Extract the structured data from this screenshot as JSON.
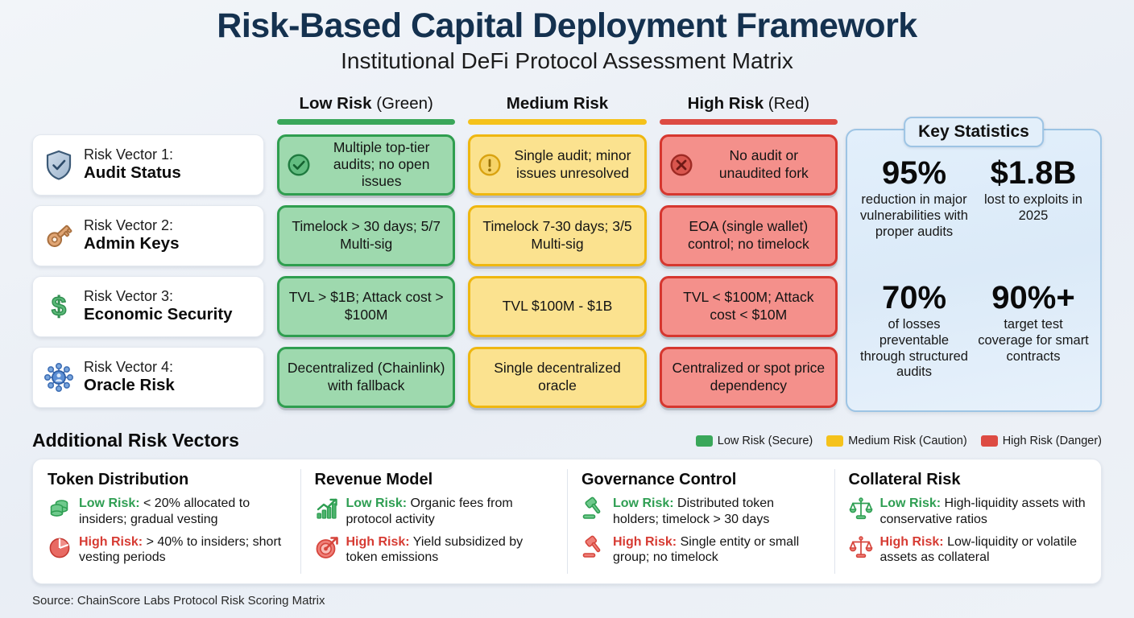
{
  "header": {
    "title": "Risk-Based Capital Deployment Framework",
    "subtitle": "Institutional DeFi Protocol Assessment Matrix"
  },
  "colors": {
    "low": "#3aa75a",
    "medium": "#f5c21b",
    "high": "#dd4b43",
    "title": "#14314f",
    "panel_blue": "#9dc4e4"
  },
  "matrix": {
    "columns": [
      {
        "label_bold": "Low Risk",
        "label_rest": " (Green)",
        "key": "low"
      },
      {
        "label_bold": "Medium Risk",
        "label_rest": "",
        "key": "medium"
      },
      {
        "label_bold": "High Risk",
        "label_rest": " (Red)",
        "key": "high"
      }
    ],
    "rows": [
      {
        "prefix": "Risk Vector 1:",
        "name": "Audit Status",
        "icon": "shield-check-icon",
        "cells": [
          {
            "risk": "low",
            "icon": "check-circle-icon",
            "text": "Multiple top-tier audits; no open issues"
          },
          {
            "risk": "medium",
            "icon": "warning-circle-icon",
            "text": "Single audit; minor issues unresolved"
          },
          {
            "risk": "high",
            "icon": "x-circle-icon",
            "text": "No audit or unaudited fork"
          }
        ]
      },
      {
        "prefix": "Risk Vector 2:",
        "name": "Admin Keys",
        "icon": "key-icon",
        "cells": [
          {
            "risk": "low",
            "icon": "",
            "text": "Timelock > 30 days; 5/7 Multi-sig"
          },
          {
            "risk": "medium",
            "icon": "",
            "text": "Timelock 7-30 days; 3/5 Multi-sig"
          },
          {
            "risk": "high",
            "icon": "",
            "text": "EOA (single wallet) control; no timelock"
          }
        ]
      },
      {
        "prefix": "Risk Vector 3:",
        "name": "Economic Security",
        "icon": "dollar-sign-icon",
        "cells": [
          {
            "risk": "low",
            "icon": "",
            "text": "TVL > $1B; Attack cost > $100M"
          },
          {
            "risk": "medium",
            "icon": "",
            "text": "TVL $100M - $1B"
          },
          {
            "risk": "high",
            "icon": "",
            "text": "TVL < $100M; Attack cost < $10M"
          }
        ]
      },
      {
        "prefix": "Risk Vector 4:",
        "name": "Oracle Risk",
        "icon": "oracle-network-icon",
        "cells": [
          {
            "risk": "low",
            "icon": "",
            "text": "Decentralized (Chainlink) with fallback"
          },
          {
            "risk": "medium",
            "icon": "",
            "text": "Single decentralized oracle"
          },
          {
            "risk": "high",
            "icon": "",
            "text": "Centralized or spot price dependency"
          }
        ]
      }
    ]
  },
  "key_statistics": {
    "title": "Key Statistics",
    "items": [
      {
        "value": "95%",
        "label": "reduction in major vulnerabilities with proper audits"
      },
      {
        "value": "$1.8B",
        "label": "lost to exploits in 2025"
      },
      {
        "value": "70%",
        "label": "of losses preventable through structured audits"
      },
      {
        "value": "90%+",
        "label": "target test coverage for smart contracts"
      }
    ]
  },
  "additional": {
    "title": "Additional Risk Vectors",
    "legend": [
      {
        "label": "Low Risk (Secure)",
        "color": "#3aa75a"
      },
      {
        "label": "Medium Risk (Caution)",
        "color": "#f5c21b"
      },
      {
        "label": "High Risk (Danger)",
        "color": "#dd4b43"
      }
    ],
    "panels": [
      {
        "title": "Token Distribution",
        "items": [
          {
            "tag": "Low Risk:",
            "level": "low",
            "icon": "coins-icon",
            "text": " < 20% allocated to insiders; gradual vesting"
          },
          {
            "tag": "High Risk:",
            "level": "high",
            "icon": "pie-chart-icon",
            "text": " > 40% to insiders; short vesting periods"
          }
        ]
      },
      {
        "title": "Revenue Model",
        "items": [
          {
            "tag": "Low Risk:",
            "level": "low",
            "icon": "chart-up-icon",
            "text": " Organic fees from protocol activity"
          },
          {
            "tag": "High Risk:",
            "level": "high",
            "icon": "target-icon",
            "text": " Yield subsidized by token emissions"
          }
        ]
      },
      {
        "title": "Governance Control",
        "items": [
          {
            "tag": "Low Risk:",
            "level": "low",
            "icon": "gavel-icon",
            "text": " Distributed token holders; timelock > 30 days"
          },
          {
            "tag": "High Risk:",
            "level": "high",
            "icon": "gavel-icon",
            "text": " Single entity or small group; no timelock"
          }
        ]
      },
      {
        "title": "Collateral Risk",
        "items": [
          {
            "tag": "Low Risk:",
            "level": "low",
            "icon": "scales-icon",
            "text": " High-liquidity assets with conservative ratios"
          },
          {
            "tag": "High Risk:",
            "level": "high",
            "icon": "scales-icon",
            "text": " Low-liquidity or volatile assets as collateral"
          }
        ]
      }
    ]
  },
  "source": "Source: ChainScore Labs Protocol Risk Scoring Matrix"
}
